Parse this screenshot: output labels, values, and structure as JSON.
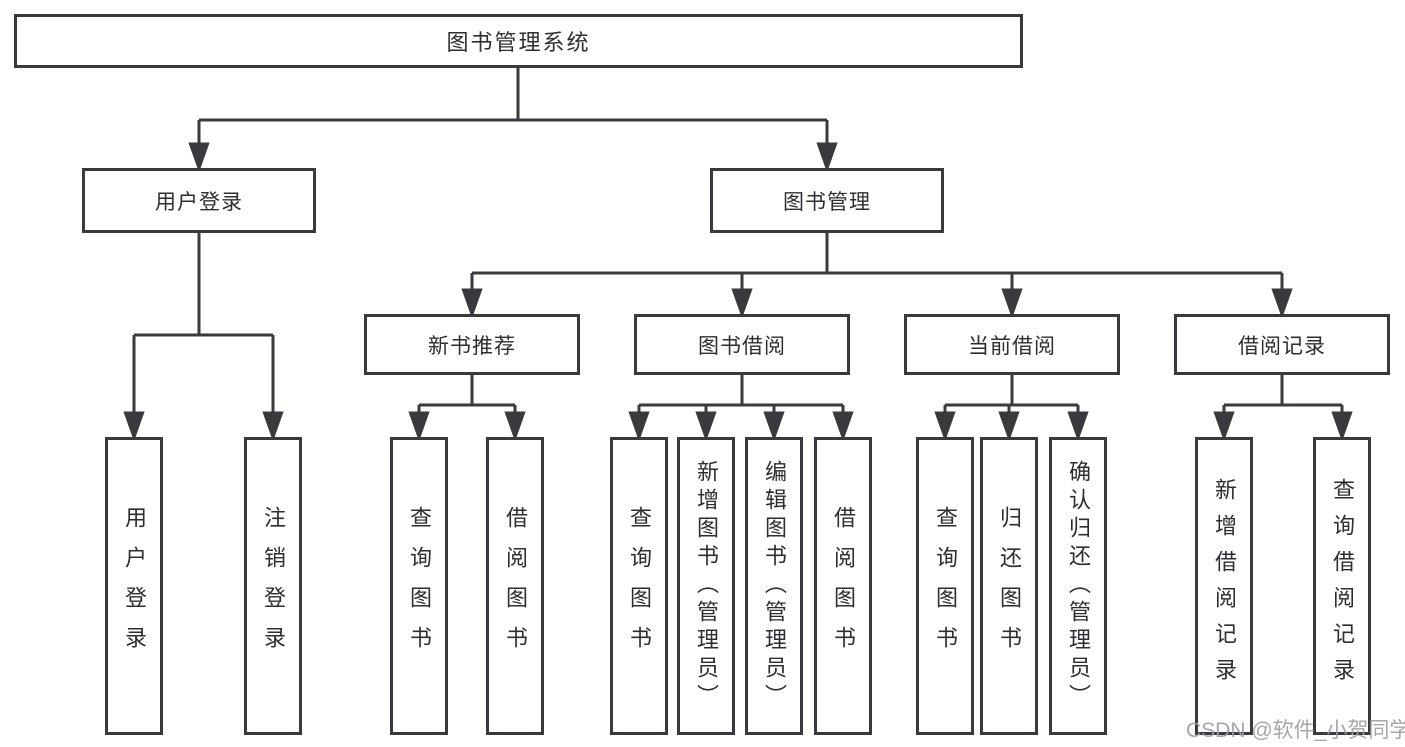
{
  "diagram": {
    "title": "图书管理系统",
    "level2": [
      {
        "label": "用户登录"
      },
      {
        "label": "图书管理"
      }
    ],
    "level3": [
      {
        "label": "新书推荐"
      },
      {
        "label": "图书借阅"
      },
      {
        "label": "当前借阅"
      },
      {
        "label": "借阅记录"
      }
    ],
    "leaves": {
      "login": [
        "用户登录",
        "注销登录"
      ],
      "recommend": [
        "查询图书",
        "借阅图书"
      ],
      "borrow": [
        "查询图书",
        "新增图书（管理员）",
        "编辑图书（管理员）",
        "借阅图书"
      ],
      "current": [
        "查询图书",
        "归还图书",
        "确认归还（管理员）"
      ],
      "records": [
        "新增借阅记录",
        "查询借阅记录"
      ]
    }
  },
  "watermark": "CSDN @软件_小贺同学",
  "colors": {
    "line": "#3a3a3e",
    "box_border": "#3a3a3e",
    "box_fill": "#ffffff",
    "text": "#2e2e32",
    "watermark": "#9e9ea4"
  }
}
